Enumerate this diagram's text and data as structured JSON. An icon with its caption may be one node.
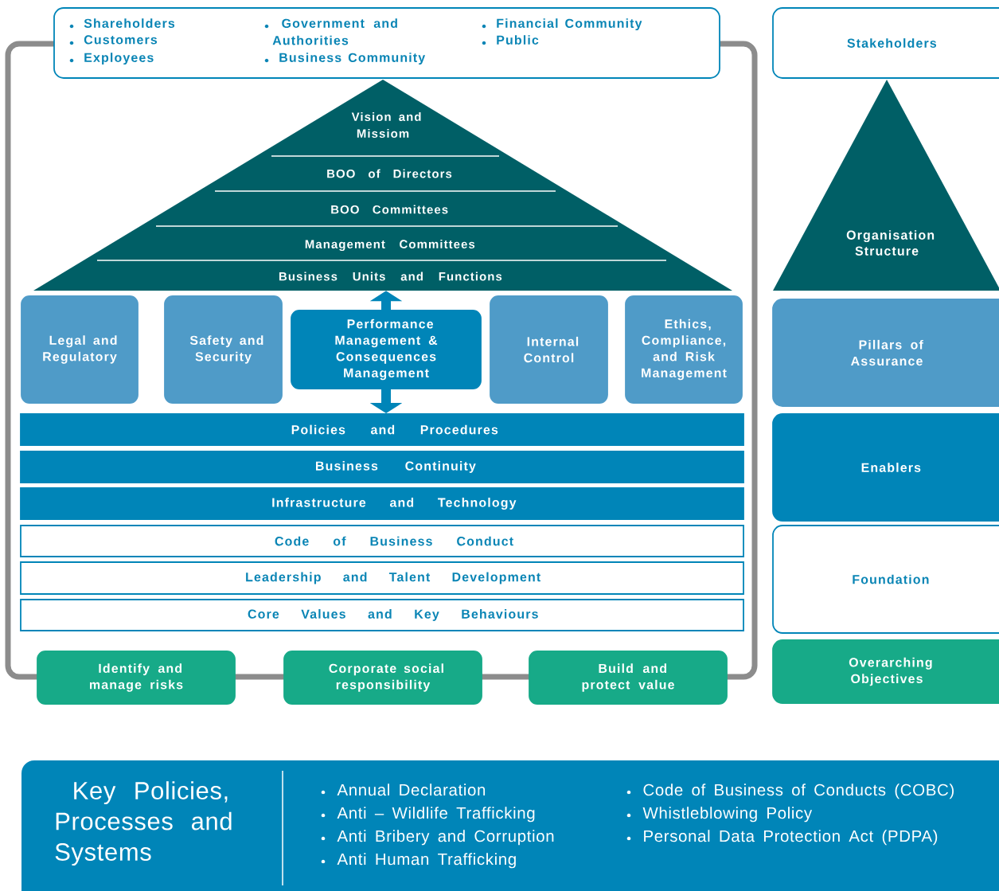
{
  "diagram": {
    "nodes": [
      {
        "text": [
          "Shareholders",
          "Customers",
          "Exployees",
          "Government and Authorities",
          "Business Community",
          "Financial Community",
          "Public"
        ]
      },
      {
        "text": [
          "Vision and Missiom",
          "BOO of Directors",
          "BOO Committees",
          "Management Committees",
          "Business Units and Functions"
        ]
      },
      {
        "text": [
          "Legal and Regulatory"
        ]
      },
      {
        "text": [
          "Safety and Security"
        ]
      },
      {
        "text": [
          "Performance Management & Consequences Management"
        ]
      },
      {
        "text": [
          "Internal Control"
        ]
      },
      {
        "text": [
          "Ethics, Compliance, and Risk Management"
        ]
      },
      {
        "text": [
          "Policies and Procedures"
        ]
      },
      {
        "text": [
          "Business Continuity"
        ]
      },
      {
        "text": [
          "Infrastructure and Technology"
        ]
      },
      {
        "text": [
          "Code of Business Conduct"
        ]
      },
      {
        "text": [
          "Leadership and Talent Development"
        ]
      },
      {
        "text": [
          "Core Values and Key Behaviours"
        ]
      },
      {
        "text": [
          "Identify and manage risks"
        ]
      },
      {
        "text": [
          "Corporate social responsibility"
        ]
      },
      {
        "text": [
          "Build and protect value"
        ]
      },
      {
        "text": [
          "Stakeholders"
        ]
      },
      {
        "text": [
          "Organisation Structure"
        ]
      },
      {
        "text": [
          "Pillars of Assurance"
        ]
      },
      {
        "text": [
          "Enablers"
        ]
      },
      {
        "text": [
          "Foundation"
        ]
      },
      {
        "text": [
          "Overarching Objectives"
        ]
      },
      {
        "text": [
          "Key Policies, Processes and Systems",
          "Annual Declaration",
          "Anti – Wildlife Trafficking",
          "Anti Bribery and Corruption",
          "Anti Human Trafficking",
          "Code of Business of Conducts (COBC)",
          "Whistleblowing Policy",
          "Personal Data Protection Act (PDPA)"
        ]
      }
    ],
    "edges": [
      {
        "from": 4,
        "to": 1,
        "arrow": "to"
      },
      {
        "from": 4,
        "to": 7,
        "arrow": "to"
      }
    ]
  }
}
